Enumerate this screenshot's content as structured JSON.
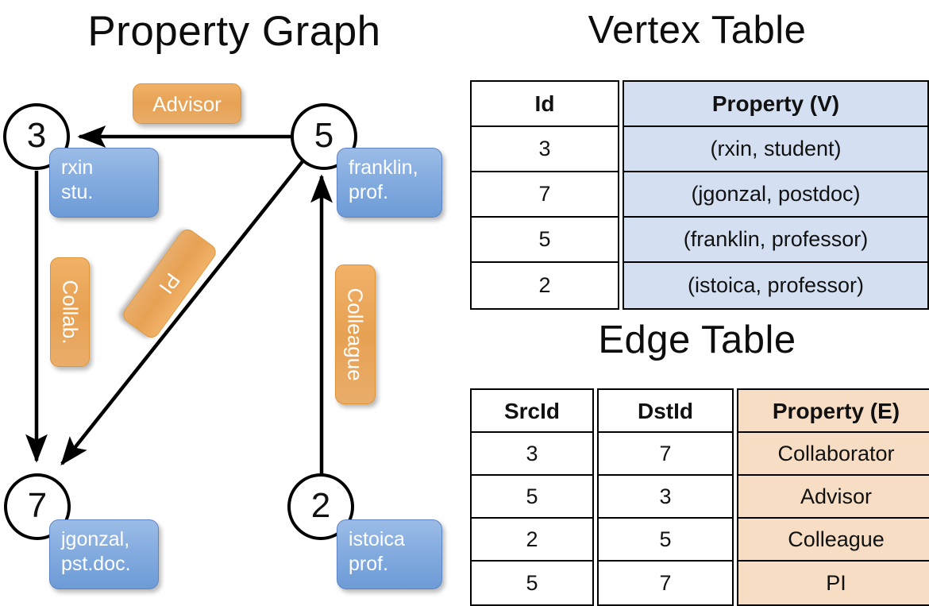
{
  "titles": {
    "property_graph": "Property Graph",
    "vertex_table": "Vertex Table",
    "edge_table": "Edge Table"
  },
  "graph": {
    "vertices": [
      {
        "id": "3",
        "property_lines": [
          "rxin",
          "stu."
        ]
      },
      {
        "id": "5",
        "property_lines": [
          "franklin,",
          "prof."
        ]
      },
      {
        "id": "7",
        "property_lines": [
          "jgonzal,",
          "pst.doc."
        ]
      },
      {
        "id": "2",
        "property_lines": [
          "istoica",
          "prof."
        ]
      }
    ],
    "edge_labels": [
      {
        "name": "advisor",
        "text": "Advisor"
      },
      {
        "name": "collab",
        "text": "Collab."
      },
      {
        "name": "pi",
        "text": "PI"
      },
      {
        "name": "colleague",
        "text": "Colleague"
      }
    ]
  },
  "vertex_table": {
    "headers": [
      "Id",
      "Property (V)"
    ],
    "rows": [
      {
        "id": "3",
        "property": "(rxin, student)"
      },
      {
        "id": "7",
        "property": "(jgonzal, postdoc)"
      },
      {
        "id": "5",
        "property": "(franklin, professor)"
      },
      {
        "id": "2",
        "property": "(istoica, professor)"
      }
    ]
  },
  "edge_table": {
    "headers": [
      "SrcId",
      "DstId",
      "Property (E)"
    ],
    "rows": [
      {
        "src": "3",
        "dst": "7",
        "property": "Collaborator"
      },
      {
        "src": "5",
        "dst": "3",
        "property": "Advisor"
      },
      {
        "src": "2",
        "dst": "5",
        "property": "Colleague"
      },
      {
        "src": "5",
        "dst": "7",
        "property": "PI"
      }
    ]
  },
  "colors": {
    "vertex_property_blue": "#84ace0",
    "edge_label_orange": "#e7a153",
    "vertex_table_cell": "#d4e0f2",
    "edge_table_cell": "#f6ddc4",
    "stroke": "#000000"
  }
}
